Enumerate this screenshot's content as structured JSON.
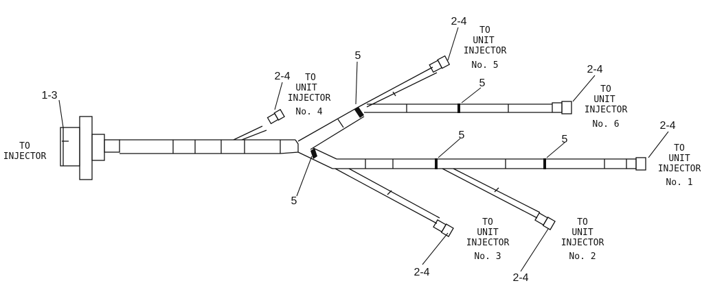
{
  "diagram": {
    "main_connector": {
      "part": "1-3",
      "line1": "TO",
      "line2": "INJECTOR"
    },
    "clamp_label": "5",
    "injectors": [
      {
        "part": "2-4",
        "lines": [
          "TO",
          "UNIT",
          "INJECTOR",
          "No. 1"
        ]
      },
      {
        "part": "2-4",
        "lines": [
          "TO",
          "UNIT",
          "INJECTOR",
          "No. 2"
        ]
      },
      {
        "part": "2-4",
        "lines": [
          "TO",
          "UNIT",
          "INJECTOR",
          "No. 3"
        ]
      },
      {
        "part": "2-4",
        "lines": [
          "TO",
          "UNIT",
          "INJECTOR",
          "No. 4"
        ]
      },
      {
        "part": "2-4",
        "lines": [
          "TO",
          "UNIT",
          "INJECTOR",
          "No. 5"
        ]
      },
      {
        "part": "2-4",
        "lines": [
          "TO",
          "UNIT",
          "INJECTOR",
          "No. 6"
        ]
      }
    ]
  }
}
